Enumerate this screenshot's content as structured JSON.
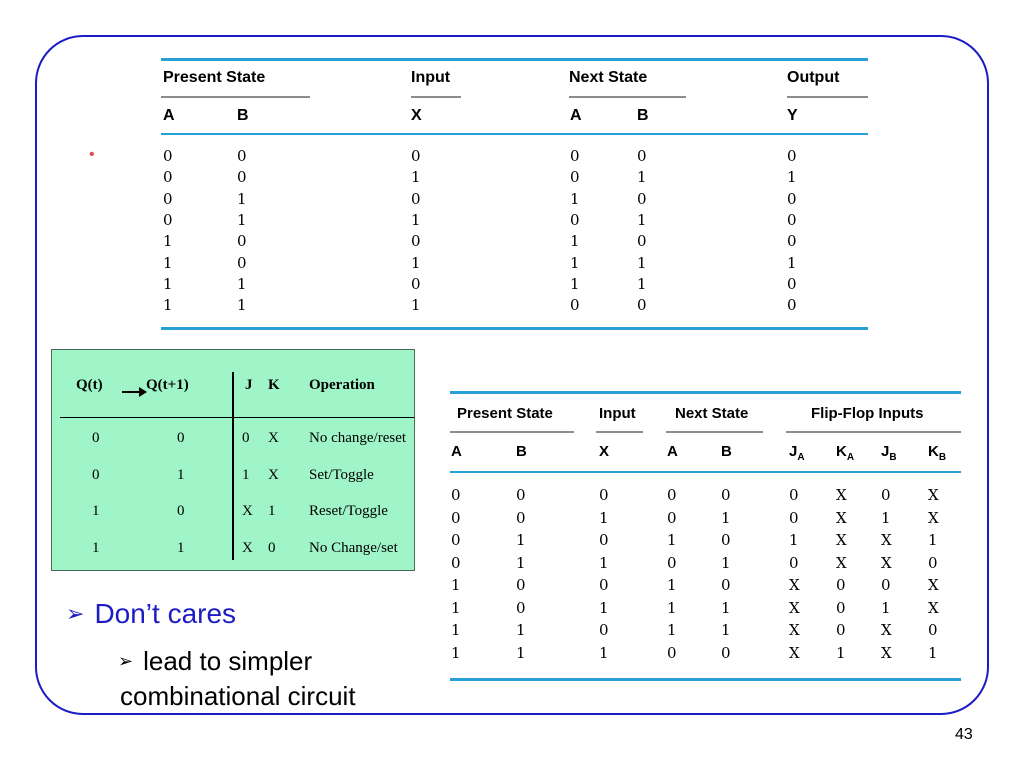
{
  "top_table": {
    "group_headers": [
      "Present State",
      "Input",
      "Next State",
      "Output"
    ],
    "columns": [
      "A",
      "B",
      "X",
      "A",
      "B",
      "Y"
    ],
    "rows": [
      [
        "0",
        "0",
        "0",
        "0",
        "0",
        "0"
      ],
      [
        "0",
        "0",
        "1",
        "0",
        "1",
        "1"
      ],
      [
        "0",
        "1",
        "0",
        "1",
        "0",
        "0"
      ],
      [
        "0",
        "1",
        "1",
        "0",
        "1",
        "0"
      ],
      [
        "1",
        "0",
        "0",
        "1",
        "0",
        "0"
      ],
      [
        "1",
        "0",
        "1",
        "1",
        "1",
        "1"
      ],
      [
        "1",
        "1",
        "0",
        "1",
        "1",
        "0"
      ],
      [
        "1",
        "1",
        "1",
        "0",
        "0",
        "0"
      ]
    ]
  },
  "jk_table": {
    "headers": [
      "Q(t)",
      "Q(t+1)",
      "J",
      "K",
      "Operation"
    ],
    "rows": [
      [
        "0",
        "0",
        "0",
        "X",
        "No change/reset"
      ],
      [
        "0",
        "1",
        "1",
        "X",
        "Set/Toggle"
      ],
      [
        "1",
        "0",
        "X",
        "1",
        "Reset/Toggle"
      ],
      [
        "1",
        "1",
        "X",
        "0",
        "No Change/set"
      ]
    ]
  },
  "ff_table": {
    "group_headers": [
      "Present State",
      "Input",
      "Next State",
      "Flip-Flop Inputs"
    ],
    "columns": [
      {
        "main": "A",
        "sub": ""
      },
      {
        "main": "B",
        "sub": ""
      },
      {
        "main": "X",
        "sub": ""
      },
      {
        "main": "A",
        "sub": ""
      },
      {
        "main": "B",
        "sub": ""
      },
      {
        "main": "J",
        "sub": "A"
      },
      {
        "main": "K",
        "sub": "A"
      },
      {
        "main": "J",
        "sub": "B"
      },
      {
        "main": "K",
        "sub": "B"
      }
    ],
    "rows": [
      [
        "0",
        "0",
        "0",
        "0",
        "0",
        "0",
        "X",
        "0",
        "X"
      ],
      [
        "0",
        "0",
        "1",
        "0",
        "1",
        "0",
        "X",
        "1",
        "X"
      ],
      [
        "0",
        "1",
        "0",
        "1",
        "0",
        "1",
        "X",
        "X",
        "1"
      ],
      [
        "0",
        "1",
        "1",
        "0",
        "1",
        "0",
        "X",
        "X",
        "0"
      ],
      [
        "1",
        "0",
        "0",
        "1",
        "0",
        "X",
        "0",
        "0",
        "X"
      ],
      [
        "1",
        "0",
        "1",
        "1",
        "1",
        "X",
        "0",
        "1",
        "X"
      ],
      [
        "1",
        "1",
        "0",
        "1",
        "1",
        "X",
        "0",
        "X",
        "0"
      ],
      [
        "1",
        "1",
        "1",
        "0",
        "0",
        "X",
        "1",
        "X",
        "1"
      ]
    ]
  },
  "bullets": {
    "main": "Don’t cares",
    "sub_line1": "lead to simpler",
    "sub_line2": "combinational circuit"
  },
  "page_number": "43",
  "colors": {
    "frame": "#1c1cc4",
    "rule": "#27a0d6",
    "jk_bg": "#9ff4c8",
    "bullet_text": "#1c1cc4"
  },
  "icons": {
    "bullet": "arrowhead-bullet-icon",
    "dot": "dot-bullet-icon"
  }
}
